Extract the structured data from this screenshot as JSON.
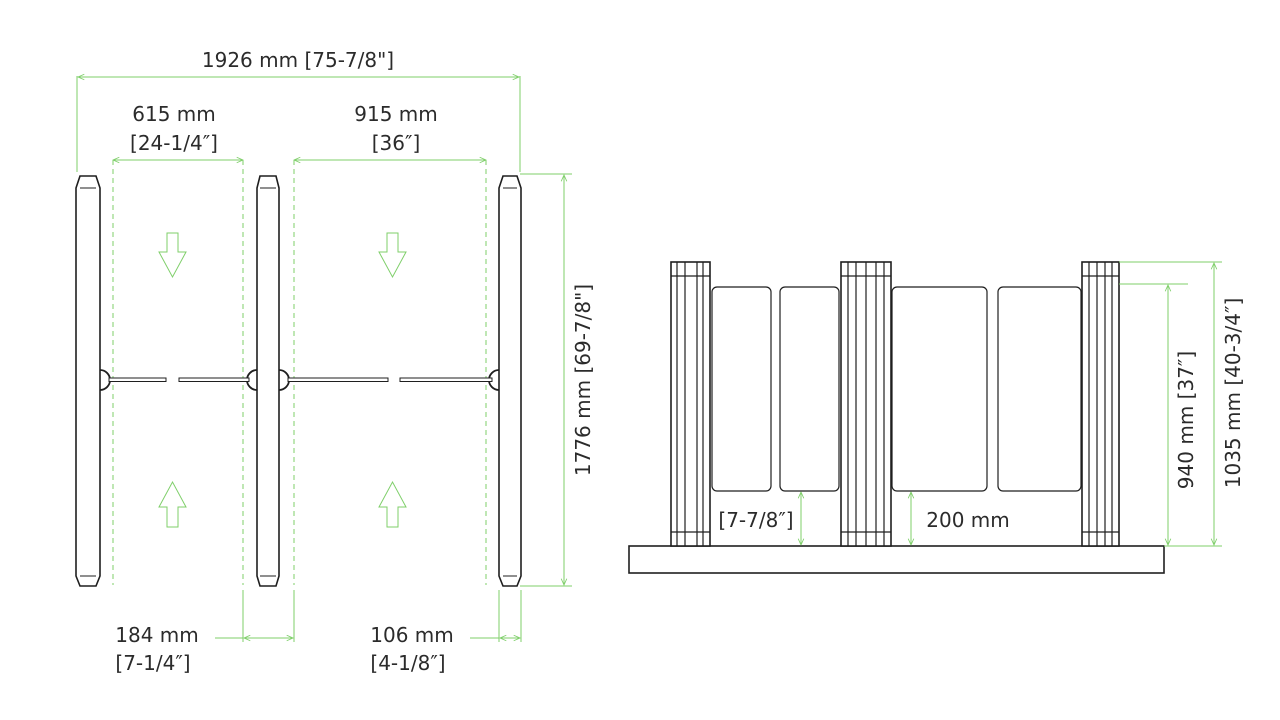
{
  "top_view": {
    "overall_width_mm": "1926 mm [75-7/8\"]",
    "lane_narrow": [
      "615 mm",
      "[24-1/4″]"
    ],
    "lane_wide": [
      "915 mm",
      "[36″]"
    ],
    "length": "1776 mm [69-7/8\"]",
    "gap_left": [
      "184 mm",
      "[7-1/4″]"
    ],
    "gap_right": [
      "106 mm",
      "[4-1/8″]"
    ]
  },
  "side_view": {
    "panel_bottom_imperial": "[7-7/8″]",
    "panel_bottom_metric": "200 mm",
    "panel_height": "940 mm [37″]",
    "cabinet_height": "1035 mm [40-3/4″]"
  },
  "colors": {
    "dimension_line": "#7fcf6a",
    "outline": "#1f1f1f"
  }
}
